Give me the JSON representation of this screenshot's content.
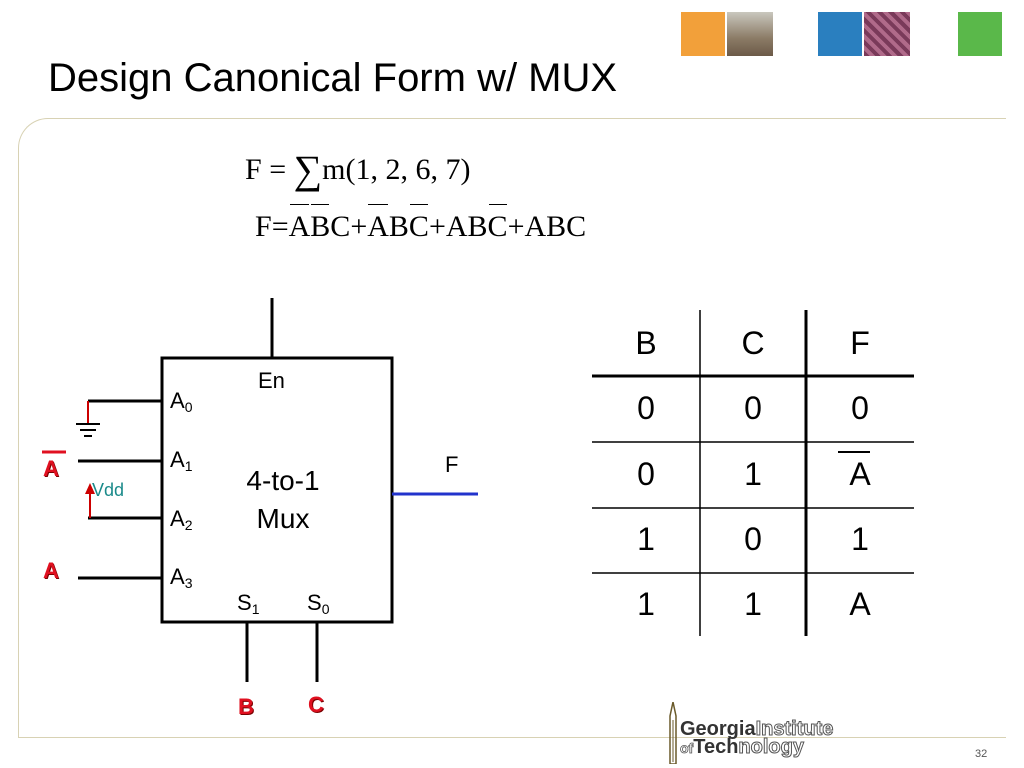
{
  "slide": {
    "title": "Design Canonical Form w/ MUX",
    "page_number": "32"
  },
  "equations": {
    "sum_lhs": "F",
    "sum_eq": "=",
    "sum_symbol": "∑",
    "sum_rhs": "m(1, 2, 6, 7)",
    "expr_lhs": "F",
    "expr_eq": "=",
    "terms": [
      {
        "a": "A",
        "b": "B",
        "c": "C"
      },
      {
        "a": "A",
        "b": "B",
        "c": "C"
      },
      {
        "a": "A",
        "b": "B",
        "c": "C"
      },
      {
        "a": "A",
        "b": "B",
        "c": "C"
      }
    ],
    "plus": "+"
  },
  "mux": {
    "name_line1": "4-to-1",
    "name_line2": "Mux",
    "enable": "En",
    "output": "F",
    "inputs": [
      {
        "base": "A",
        "sub": "0"
      },
      {
        "base": "A",
        "sub": "1"
      },
      {
        "base": "A",
        "sub": "2"
      },
      {
        "base": "A",
        "sub": "3"
      }
    ],
    "selects": [
      {
        "base": "S",
        "sub": "1"
      },
      {
        "base": "S",
        "sub": "0"
      }
    ],
    "vdd": "Vdd",
    "input_a_bar": "A",
    "input_a": "A",
    "select_b": "B",
    "select_c": "C"
  },
  "truth_table": {
    "headers": [
      "B",
      "C",
      "F"
    ],
    "rows": [
      [
        "0",
        "0",
        "0"
      ],
      [
        "0",
        "1",
        "A"
      ],
      [
        "1",
        "0",
        "1"
      ],
      [
        "1",
        "1",
        "A"
      ]
    ]
  },
  "logo": {
    "line1_bold": "Georgia",
    "line1_outline": "Institute",
    "line2_small": "of",
    "line2_bold": "Tech",
    "line2_outline": "nology"
  },
  "colors": {
    "red_label": "#e01020",
    "output_line": "#2233cc",
    "vdd_text": "#1a8a8a",
    "deco_orange": "#f2a03a",
    "deco_blue": "#2a7fbf",
    "deco_green": "#5ab84a"
  }
}
